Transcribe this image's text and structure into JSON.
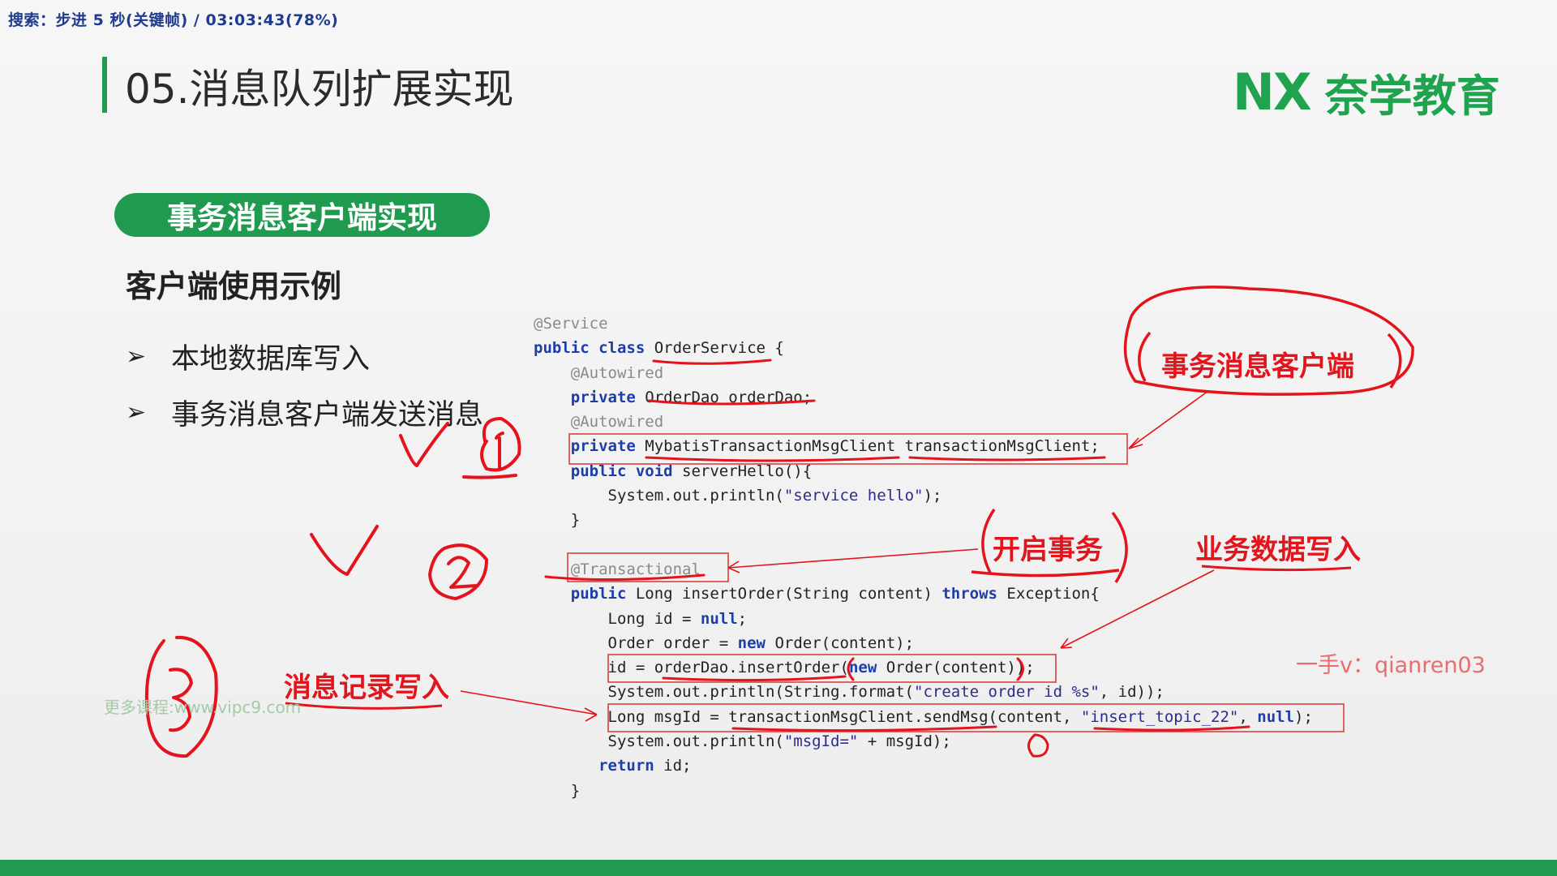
{
  "status_overlay": "搜索：步进 5 秒(关键帧) / 03:03:43(78%)",
  "slide": {
    "title": "05.消息队列扩展实现",
    "logo_mark": "NX",
    "logo_text": "奈学教育",
    "section_pill": "事务消息客户端实现",
    "subheading": "客户端使用示例",
    "bullet_marker": "➢",
    "bullets": [
      "本地数据库写入",
      "事务消息客户端发送消息"
    ]
  },
  "code_lines": [
    [
      {
        "t": "@Service",
        "c": "ann"
      }
    ],
    [
      {
        "t": "public class ",
        "c": "kw"
      },
      {
        "t": "OrderService {",
        "c": ""
      }
    ],
    [
      {
        "t": "    @Autowired",
        "c": "ann"
      }
    ],
    [
      {
        "t": "    private ",
        "c": "kw"
      },
      {
        "t": "OrderDao orderDao;",
        "c": ""
      }
    ],
    [
      {
        "t": "    @Autowired",
        "c": "ann"
      }
    ],
    [
      {
        "t": "    private ",
        "c": "kw"
      },
      {
        "t": "MybatisTransactionMsgClient transactionMsgClient;",
        "c": ""
      }
    ],
    [
      {
        "t": "    public void ",
        "c": "kw"
      },
      {
        "t": "serverHello(){",
        "c": ""
      }
    ],
    [
      {
        "t": "        System.out.println(",
        "c": ""
      },
      {
        "t": "\"service hello\"",
        "c": "str"
      },
      {
        "t": ");",
        "c": ""
      }
    ],
    [
      {
        "t": "    }",
        "c": ""
      }
    ],
    [
      {
        "t": "",
        "c": ""
      }
    ],
    [
      {
        "t": "    @Transactional",
        "c": "ann"
      }
    ],
    [
      {
        "t": "    public ",
        "c": "kw"
      },
      {
        "t": "Long insertOrder(String content) ",
        "c": ""
      },
      {
        "t": "throws ",
        "c": "kw"
      },
      {
        "t": "Exception{",
        "c": ""
      }
    ],
    [
      {
        "t": "        Long id = ",
        "c": ""
      },
      {
        "t": "null",
        "c": "kw"
      },
      {
        "t": ";",
        "c": ""
      }
    ],
    [
      {
        "t": "        Order order = ",
        "c": ""
      },
      {
        "t": "new ",
        "c": "kw"
      },
      {
        "t": "Order(content);",
        "c": ""
      }
    ],
    [
      {
        "t": "        id = orderDao.insertOrder(",
        "c": ""
      },
      {
        "t": "new ",
        "c": "kw"
      },
      {
        "t": "Order(content));",
        "c": ""
      }
    ],
    [
      {
        "t": "        System.out.println(String.format(",
        "c": ""
      },
      {
        "t": "\"create order id %s\"",
        "c": "str"
      },
      {
        "t": ", id));",
        "c": ""
      }
    ],
    [
      {
        "t": "        Long msgId = transactionMsgClient.sendMsg(content, ",
        "c": ""
      },
      {
        "t": "\"insert_topic_22\"",
        "c": "str"
      },
      {
        "t": ", ",
        "c": ""
      },
      {
        "t": "null",
        "c": "kw"
      },
      {
        "t": ");",
        "c": ""
      }
    ],
    [
      {
        "t": "        System.out.println(",
        "c": ""
      },
      {
        "t": "\"msgId=\"",
        "c": "str"
      },
      {
        "t": " + msgId);",
        "c": ""
      }
    ],
    [
      {
        "t": "       ",
        "c": ""
      },
      {
        "t": "return ",
        "c": "kw"
      },
      {
        "t": "id;",
        "c": ""
      }
    ],
    [
      {
        "t": "    }",
        "c": ""
      }
    ]
  ],
  "annotations": {
    "tx_client": "事务消息客户端",
    "start_tx": "开启事务",
    "biz_write": "业务数据写入",
    "msg_record": "消息记录写入"
  },
  "watermarks": {
    "courses": "更多课程:www.vipc9.com",
    "contact": "一手v：qianren03"
  },
  "colors": {
    "accent_green": "#1f9a4e",
    "annotation_red": "#e3141b"
  }
}
